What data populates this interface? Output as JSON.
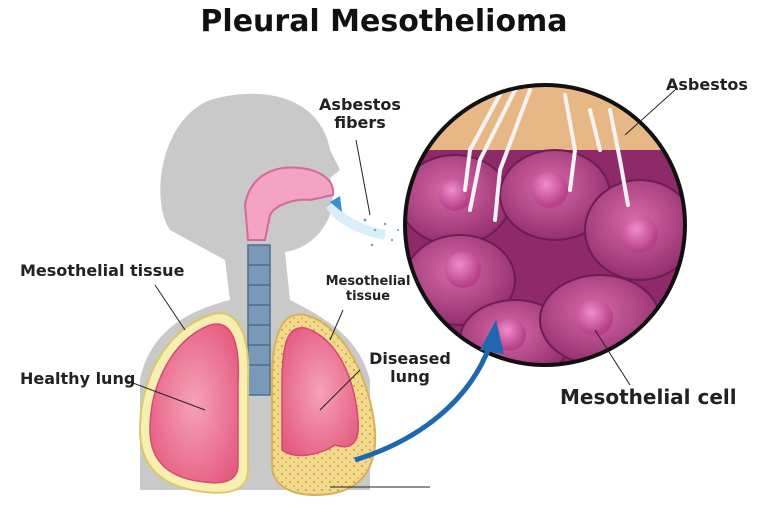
{
  "title": "Pleural Mesothelioma",
  "labels": {
    "asbestos_fibers_line1": "Asbestos",
    "asbestos_fibers_line2": "fibers",
    "asbestos": "Asbestos",
    "mesothelial_tissue_left": "Mesothelial tissue",
    "mesothelial_tissue_right_line1": "Mesothelial",
    "mesothelial_tissue_right_line2": "tissue",
    "healthy_lung": "Healthy lung",
    "diseased_lung_line1": "Diseased",
    "diseased_lung_line2": "lung",
    "mesothelial_cell": "Mesothelial cell"
  },
  "colors": {
    "silhouette": "#c9c9c9",
    "lung_fill": "#f07f9a",
    "lung_outline": "#d64a72",
    "pleura": "#f6efb0",
    "diseased_pleura": "#f1d37a",
    "cell": "#b83f86",
    "cell_nucleus": "#d55aa3",
    "magnifier_bg": "#e8b88c",
    "arrow": "#2a6fb4",
    "trachea": "#6e8fb0"
  }
}
